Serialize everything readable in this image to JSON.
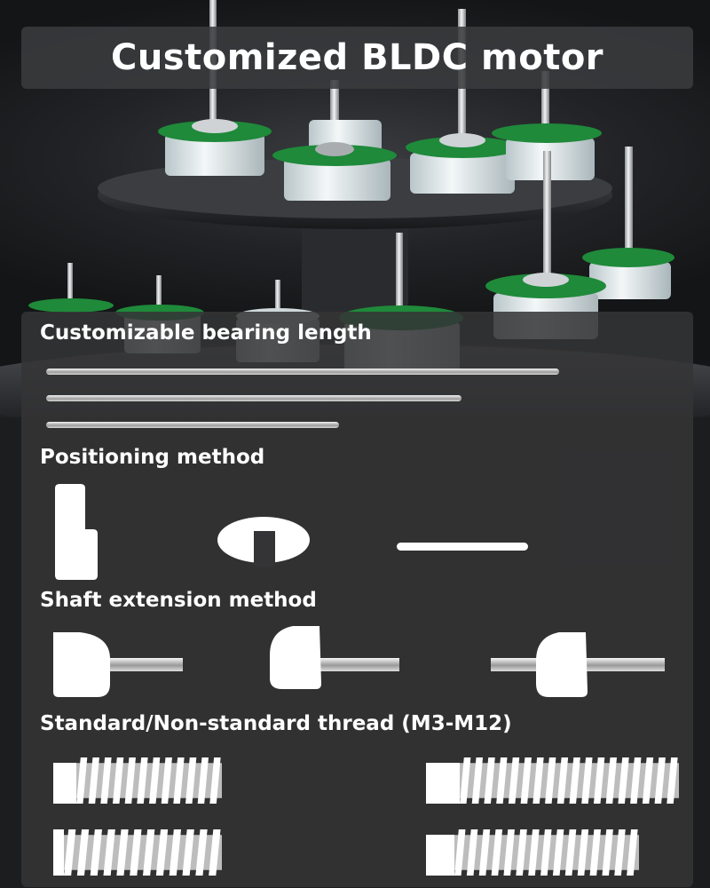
{
  "title": "Customized BLDC motor",
  "sections": {
    "bearing": {
      "heading": "Customizable bearing length"
    },
    "positioning": {
      "heading": "Positioning method"
    },
    "shaft": {
      "heading": "Shaft extension method"
    },
    "thread": {
      "heading": "Standard/Non-standard thread (M3-M12)"
    }
  },
  "colors": {
    "background": "#1c1d1f",
    "panel": "#343436",
    "pcb_green": "#1f8a3a",
    "motor_body": "#e6eef0",
    "text": "#ffffff"
  }
}
